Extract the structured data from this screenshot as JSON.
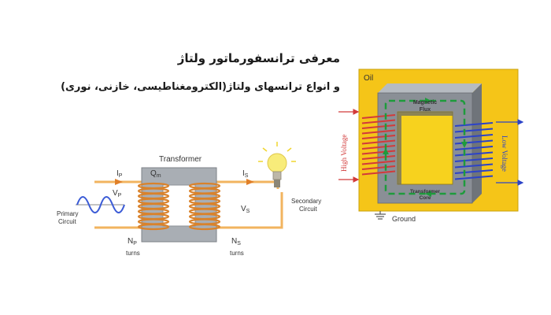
{
  "title": {
    "line1": "معرفی ترانسفورماتور ولتاژ",
    "line2": "و انواع ترانسهای ولتاژ(الکترومغناطیسی، خازنی، نوری)"
  },
  "left_diagram": {
    "title": "Transformer",
    "Ip_main": "I",
    "Ip_sub": "P",
    "Qm_main": "Q",
    "Qm_sub": "m",
    "Is_main": "I",
    "Is_sub": "S",
    "Vp_main": "V",
    "Vp_sub": "P",
    "Vs_main": "V",
    "Vs_sub": "S",
    "primary_line1": "Primary",
    "primary_line2": "Circuit",
    "secondary_line1": "Secondary",
    "secondary_line2": "Circuit",
    "Np_main": "N",
    "Np_sub": "P",
    "Np_turns": "turns",
    "Ns_main": "N",
    "Ns_sub": "S",
    "Ns_turns": "turns"
  },
  "right_diagram": {
    "oil": "Oil",
    "magnetic_flux_line1": "Magnetic",
    "magnetic_flux_line2": "Flux",
    "core_line1": "Transformer",
    "core_line2": "Core",
    "high_voltage": "High Voltage",
    "low_voltage": "Low Voltage",
    "ground": "Ground"
  },
  "colors": {
    "oil_yellow": "#f5c518",
    "core_grey": "#8a8f96",
    "window_yellow": "#f7d21e",
    "flux_green": "#1e9b3c",
    "primary_coil": "#d23a3a",
    "secondary_coil": "#2c43c8",
    "copper_coil": "#d9822b"
  }
}
